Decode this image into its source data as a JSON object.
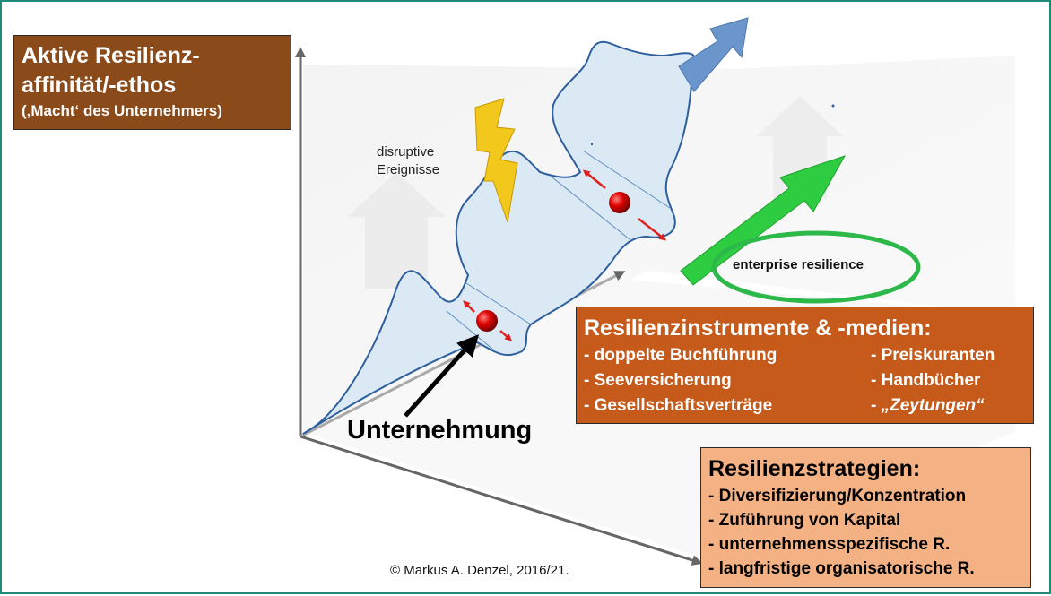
{
  "affinity_box": {
    "line1": "Aktive Resilienz-",
    "line2": "affinität/-ethos",
    "line3": "(‚Macht‘ des Unternehmers)"
  },
  "disruptive_label": {
    "line1": "disruptive",
    "line2": "Ereignisse"
  },
  "enterprise_label": "enterprise resilience",
  "unternehmung_label": "Unternehmung",
  "instruments_box": {
    "title": "Resilienzinstrumente & -medien:",
    "rows": [
      {
        "left": "- doppelte Buchführung",
        "right": "- Preiskuranten"
      },
      {
        "left": "- Seeversicherung",
        "right": "- Handbücher"
      },
      {
        "left": "- Gesellschaftsverträge",
        "right_prefix": "- ",
        "right_italic": "„Zeytungen“"
      }
    ]
  },
  "strategies_box": {
    "title": "Resilienzstrategien:",
    "items": [
      "- Diversifizierung/Konzentration",
      "- Zuführung von Kapital",
      "- unternehmensspezifische R.",
      "- langfristige organisatorische R."
    ]
  },
  "copyright": "© Markus A. Denzel, 2016/21.",
  "colors": {
    "frame": "#1f8a78",
    "affinity_box": "#8b4a1a",
    "instruments_box": "#c55a1a",
    "strategies_box": "#f4b183",
    "shape_fill": "#dfeaf3",
    "shape_stroke": "#2e5f9e",
    "green_arrow": "#2ecc40",
    "green_ellipse": "#2db84a",
    "blue_arrow": "#6b96cc",
    "lightning": "#f2c81c",
    "ball": "#cc0000"
  }
}
